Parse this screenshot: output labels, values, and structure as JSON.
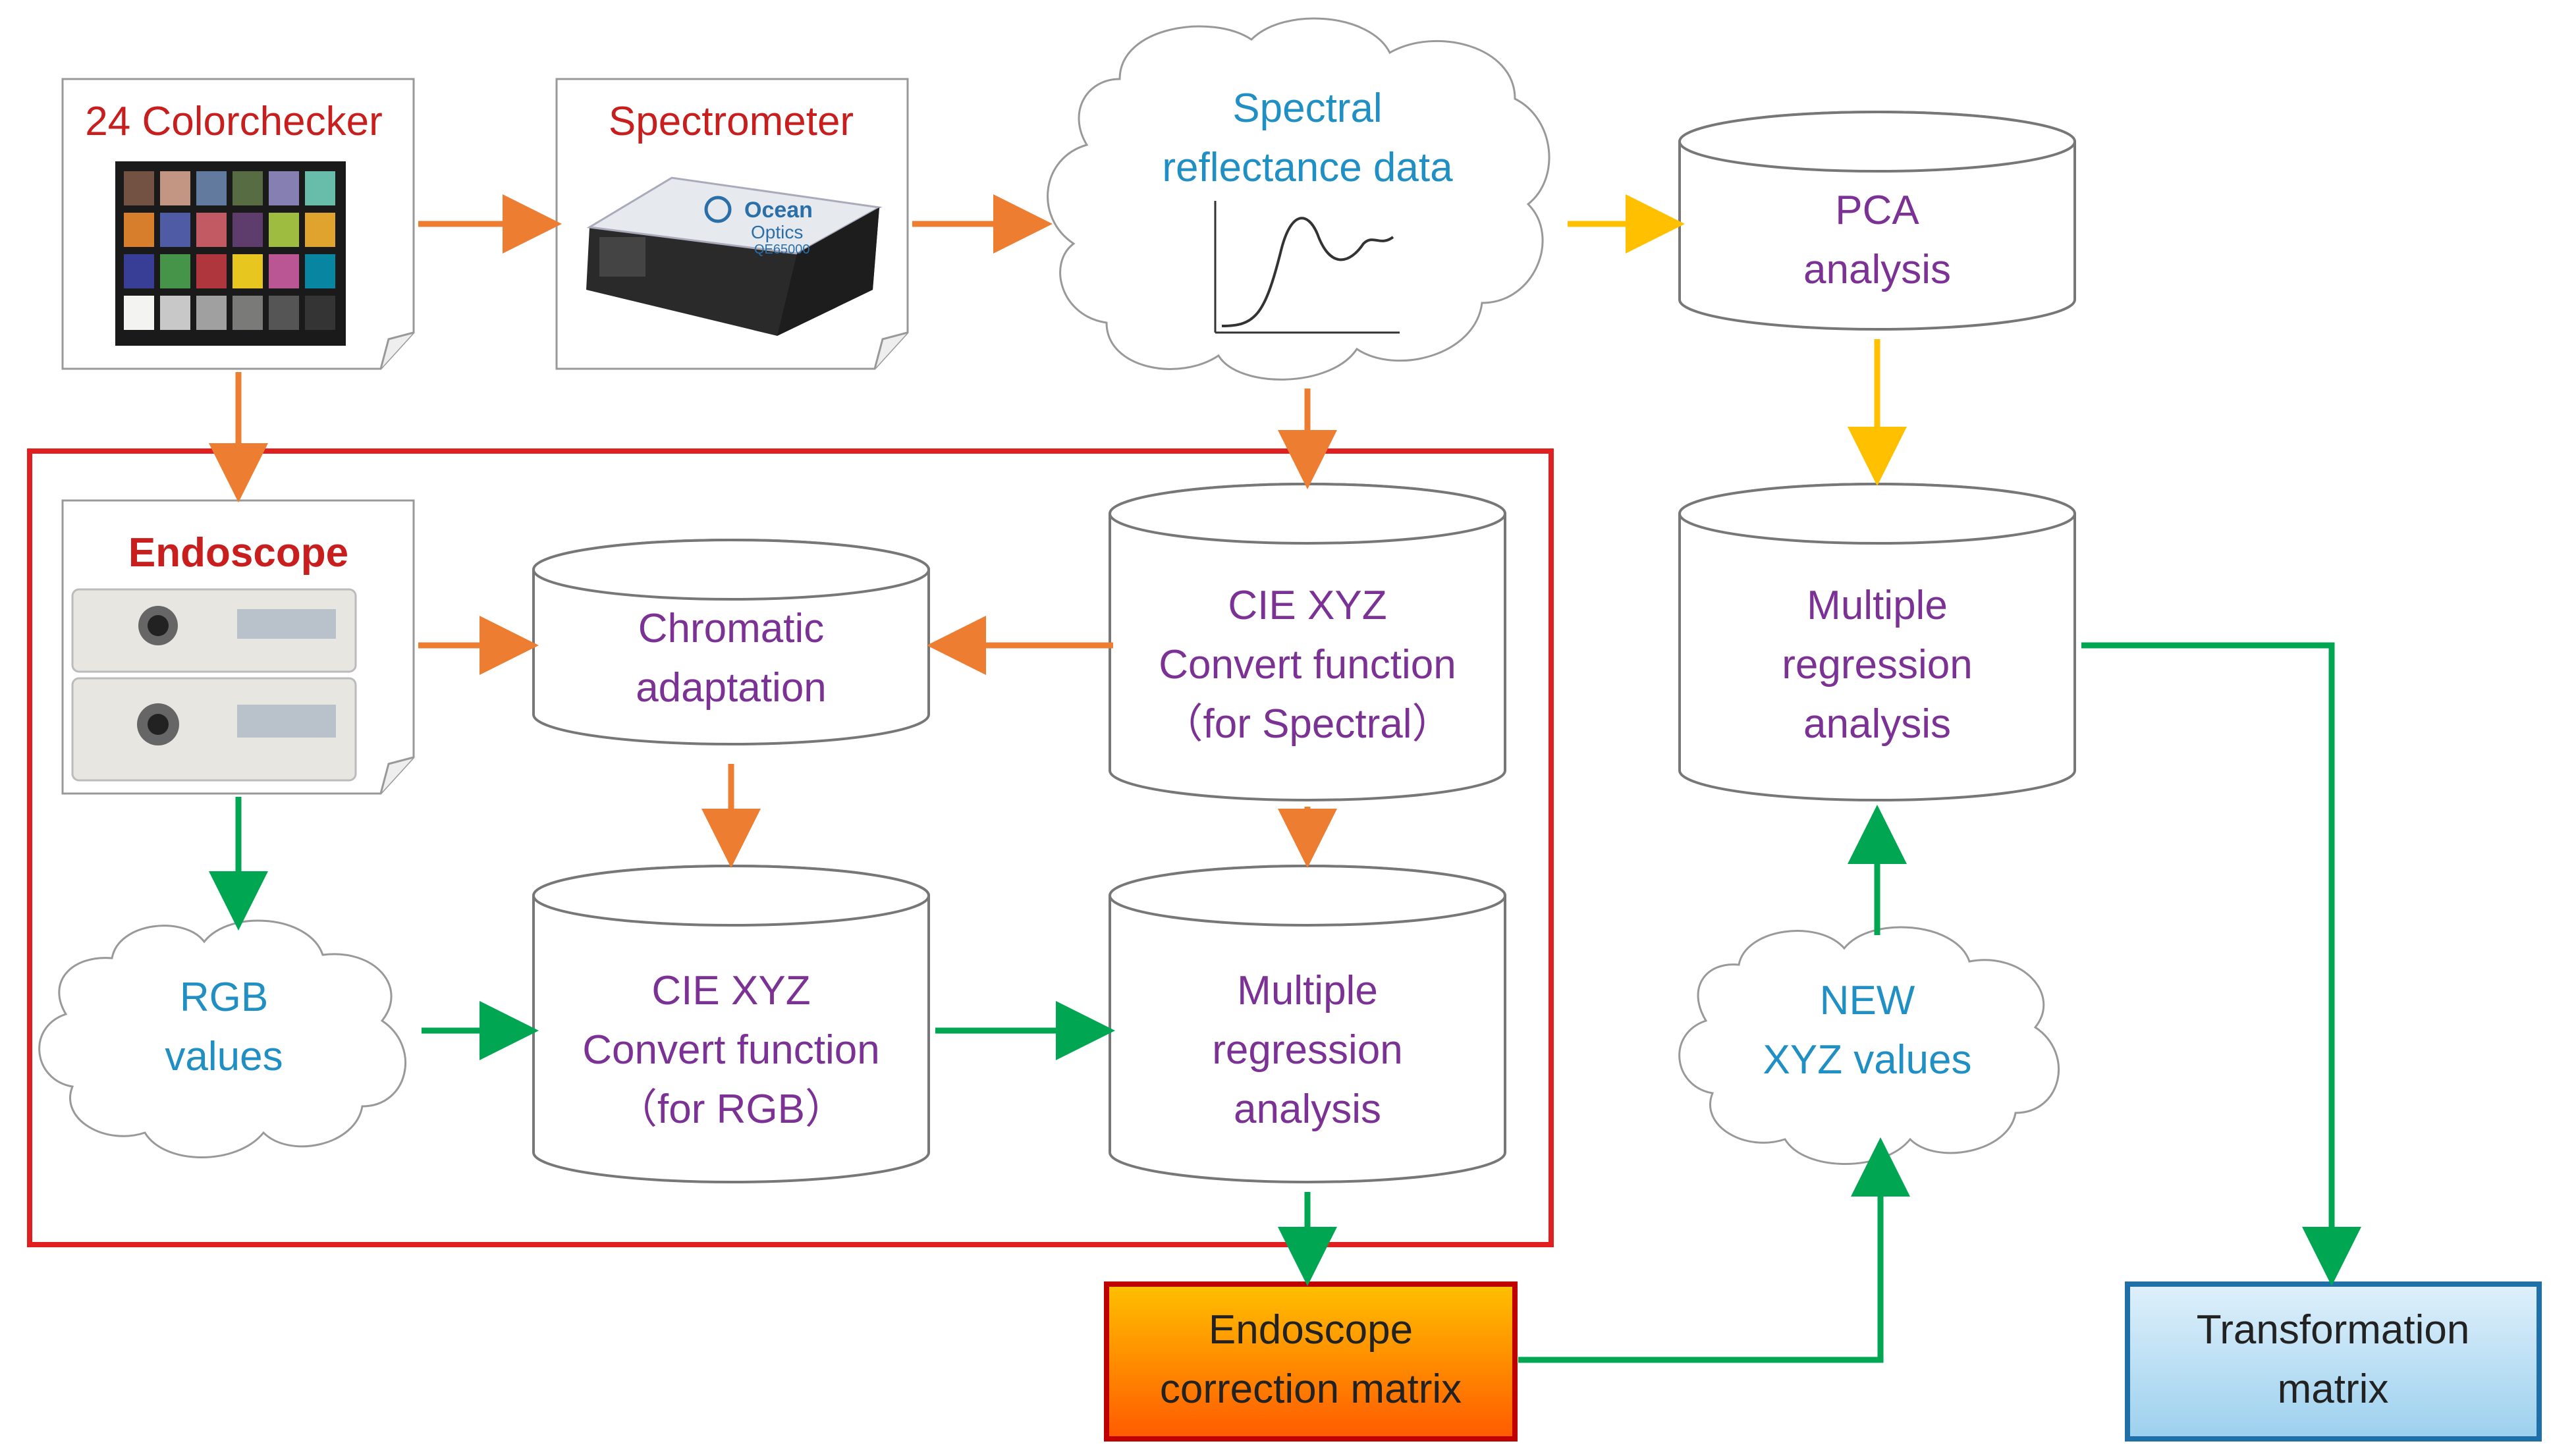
{
  "colorchecker": {
    "label": "24 Colorchecker"
  },
  "spectrometer": {
    "label": "Spectrometer",
    "brand_line1": "Ocean",
    "brand_line2": "Optics",
    "model": "QE65000"
  },
  "spectral_cloud": {
    "line1": "Spectral",
    "line2": "reflectance data"
  },
  "pca": {
    "line1": "PCA",
    "line2": "analysis"
  },
  "endoscope": {
    "label": "Endoscope"
  },
  "chromatic": {
    "line1": "Chromatic",
    "line2": "adaptation"
  },
  "cie_spectral": {
    "line1": "CIE XYZ",
    "line2": "Convert function",
    "line3": "（for Spectral）"
  },
  "mra_right": {
    "line1": "Multiple",
    "line2": "regression",
    "line3": "analysis"
  },
  "rgb_cloud": {
    "line1": "RGB",
    "line2": "values"
  },
  "cie_rgb": {
    "line1": "CIE XYZ",
    "line2": "Convert function",
    "line3": "（for RGB）"
  },
  "mra_center": {
    "line1": "Multiple",
    "line2": "regression",
    "line3": "analysis"
  },
  "new_xyz": {
    "line1": "NEW",
    "line2": "XYZ values"
  },
  "endo_matrix": {
    "line1": "Endoscope",
    "line2": "correction matrix"
  },
  "transform_matrix": {
    "line1": "Transformation",
    "line2": "matrix"
  },
  "colors": {
    "orange_arrow": "#ed7d31",
    "yellow_arrow": "#ffc000",
    "green_arrow": "#00a651",
    "red_frame": "#e02020",
    "purple_text": "#7b3294",
    "blue_text": "#1f8fc4",
    "red_text": "#c81e1e"
  }
}
